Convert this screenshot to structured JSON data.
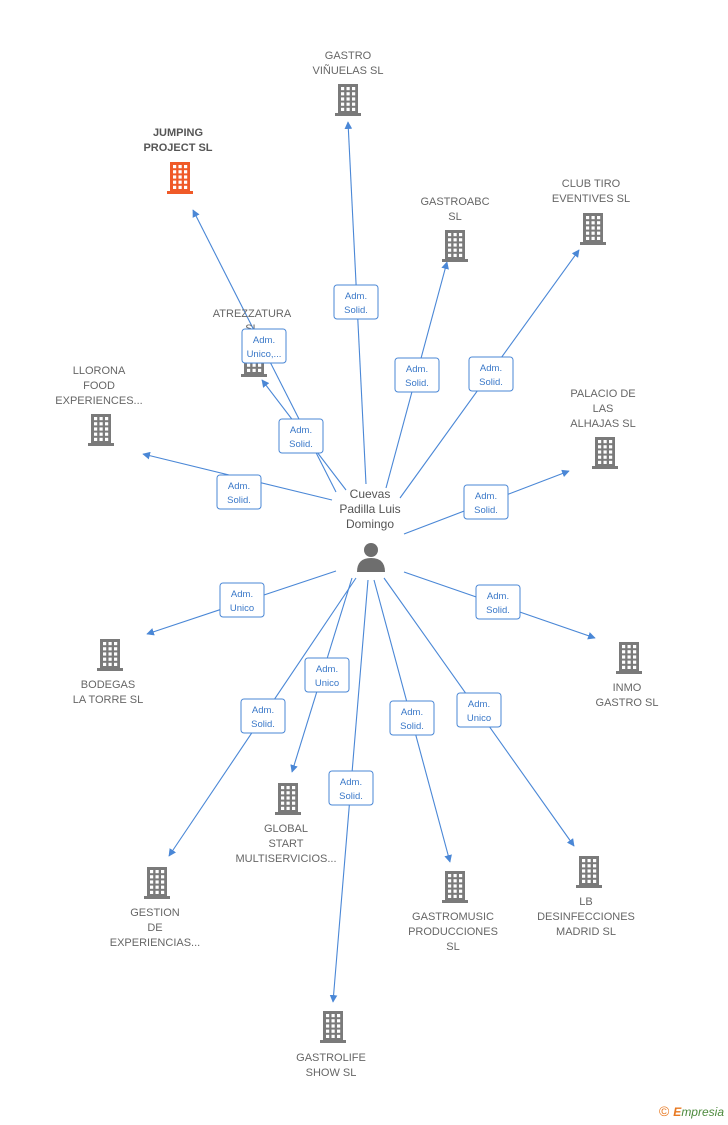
{
  "center": {
    "label_lines": [
      "Cuevas",
      "Padilla Luis",
      "Domingo"
    ],
    "icon": "person-icon"
  },
  "nodes": [
    {
      "id": "gastro-vinuelas",
      "lines": [
        "GASTRO",
        "VIÑUELAS  SL"
      ],
      "highlight": false,
      "badge": [
        "Adm.",
        "Solid."
      ]
    },
    {
      "id": "jumping-project",
      "lines": [
        "JUMPING",
        "PROJECT  SL"
      ],
      "highlight": true,
      "badge": [
        "Adm.",
        "Solid."
      ]
    },
    {
      "id": "gastroabc",
      "lines": [
        "GASTROABC",
        "SL"
      ],
      "highlight": false,
      "badge": [
        "Adm.",
        "Solid."
      ]
    },
    {
      "id": "club-tiro",
      "lines": [
        "CLUB TIRO",
        "EVENTIVES  SL"
      ],
      "highlight": false,
      "badge": [
        "Adm.",
        "Solid."
      ]
    },
    {
      "id": "atrezzatura",
      "lines": [
        "ATREZZATURA",
        "SL"
      ],
      "highlight": false,
      "badge": [
        "Adm.",
        "Unico,..."
      ]
    },
    {
      "id": "llorona",
      "lines": [
        "LLORONA",
        "FOOD",
        "EXPERIENCES..."
      ],
      "highlight": false,
      "badge": [
        "Adm.",
        "Solid."
      ]
    },
    {
      "id": "palacio",
      "lines": [
        "PALACIO DE",
        "LAS",
        "ALHAJAS  SL"
      ],
      "highlight": false,
      "badge": [
        "Adm.",
        "Solid."
      ]
    },
    {
      "id": "bodegas",
      "lines": [
        "BODEGAS",
        "LA TORRE  SL"
      ],
      "highlight": false,
      "badge": [
        "Adm.",
        "Unico"
      ]
    },
    {
      "id": "inmo-gastro",
      "lines": [
        "INMO",
        "GASTRO  SL"
      ],
      "highlight": false,
      "badge": [
        "Adm.",
        "Solid."
      ]
    },
    {
      "id": "global-start",
      "lines": [
        "GLOBAL",
        "START",
        "MULTISERVICIOS..."
      ],
      "highlight": false,
      "badge": [
        "Adm.",
        "Unico"
      ]
    },
    {
      "id": "gestion",
      "lines": [
        "GESTION",
        "DE",
        "EXPERIENCIAS..."
      ],
      "highlight": false,
      "badge": [
        "Adm.",
        "Solid."
      ]
    },
    {
      "id": "gastromusic",
      "lines": [
        "GASTROMUSIC",
        "PRODUCCIONES",
        "SL"
      ],
      "highlight": false,
      "badge": [
        "Adm.",
        "Solid."
      ]
    },
    {
      "id": "lb-desinfecciones",
      "lines": [
        "LB",
        "DESINFECCIONES",
        "MADRID  SL"
      ],
      "highlight": false,
      "badge": [
        "Adm.",
        "Unico"
      ]
    },
    {
      "id": "gastrolife",
      "lines": [
        "GASTROLIFE",
        "SHOW  SL"
      ],
      "highlight": false,
      "badge": [
        "Adm.",
        "Solid."
      ]
    }
  ],
  "colors": {
    "edge": "#4a87d6",
    "building": "#7a7a7a",
    "building_highlight": "#f05a28",
    "person": "#6e6e6e"
  },
  "footer": {
    "copyright": "©",
    "brand_first": "E",
    "brand_rest": "mpresia"
  }
}
